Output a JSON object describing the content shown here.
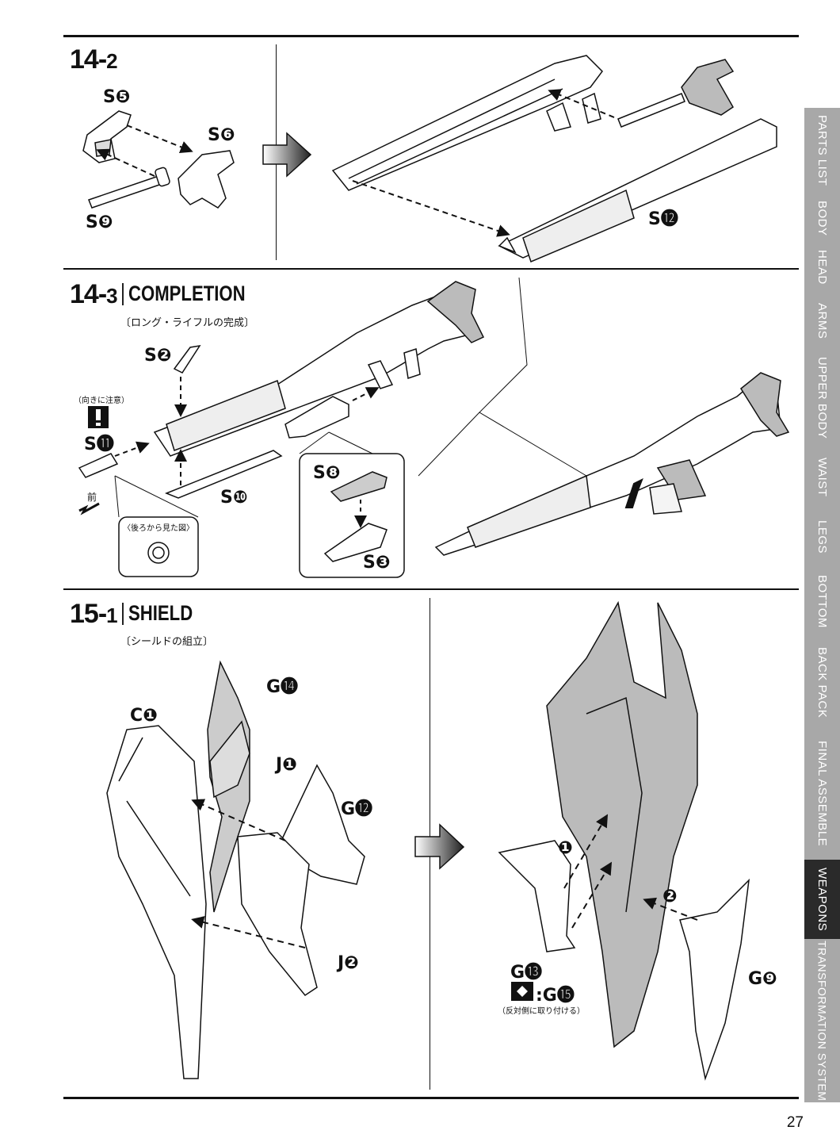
{
  "steps": {
    "s14_2": {
      "num": "14-",
      "sub": "2"
    },
    "s14_3": {
      "num": "14-",
      "sub": "3",
      "title": "COMPLETION",
      "jp": "〔ロング・ライフルの完成〕"
    },
    "s15_1": {
      "num": "15-",
      "sub": "1",
      "title": "SHIELD",
      "jp": "〔シールドの組立〕"
    }
  },
  "labels": {
    "s5": "S❺",
    "s6": "S❻",
    "s9": "S❾",
    "s12": "S⓬",
    "s2": "S❷",
    "s11": "S⓫",
    "s10": "S❿",
    "s8": "S❽",
    "s3": "S❸",
    "c1": "C❶",
    "g14": "G⓮",
    "j1": "J❶",
    "g12": "G⓬",
    "j2": "J❷",
    "g13": "G⓭",
    "g15": ":G⓯",
    "g9": "G❾",
    "n1": "❶",
    "n2": "❷"
  },
  "notes": {
    "orientation": "（向きに注意）",
    "front": "前",
    "rear_view": "〈後ろから見た図〉",
    "opposite_side": "（反対側に取り付ける）"
  },
  "tabs": [
    "PARTS LIST",
    "BODY",
    "HEAD",
    "ARMS",
    "UPPER BODY",
    "WAIST",
    "LEGS",
    "BOTTOM",
    "BACK PACK",
    "FINAL ASSEMBLE",
    "WEAPONS",
    "TRANSFORMATION SYSTEM"
  ],
  "active_tab": "WEAPONS",
  "page_number": "27"
}
